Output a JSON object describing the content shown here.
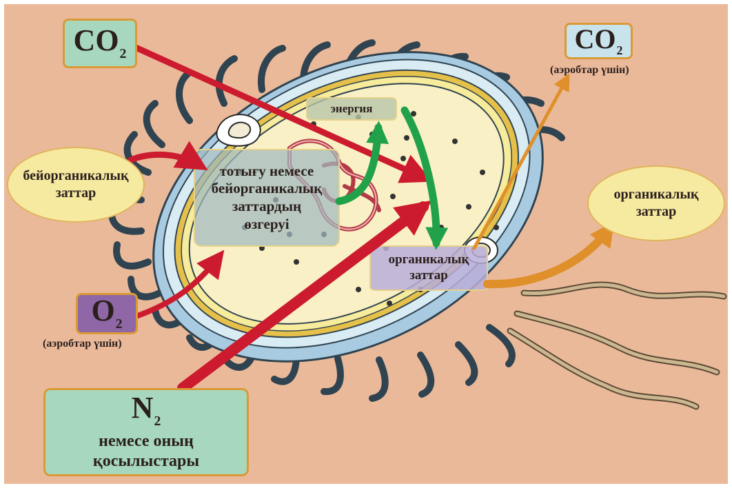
{
  "diagram": {
    "co2_in": {
      "formula_main": "CO",
      "formula_sub": "2"
    },
    "co2_out": {
      "formula_main": "CO",
      "formula_sub": "2",
      "caption": "(аэробтар үшін)"
    },
    "o2_in": {
      "formula_main": "O",
      "formula_sub": "2",
      "caption": "(аэробтар үшін)"
    },
    "n2_in": {
      "formula_main": "N",
      "formula_sub": "2",
      "line1": "немесе оның",
      "line2": "қосылыстары"
    },
    "inorganic_substances": {
      "line1": "бейорганикалық",
      "line2": "заттар"
    },
    "organic_substances_out": {
      "line1": "органикалық",
      "line2": "заттар"
    },
    "oxidation_process": {
      "line1": "тотығу немесе",
      "line2": "бейорганикалық",
      "line3": "заттардың",
      "line4": "өзгеруі"
    },
    "energy": {
      "label": "энергия"
    },
    "organic_substances_inner": {
      "line1": "органикалық",
      "line2": "заттар"
    }
  },
  "colors": {
    "background": "#eab99a",
    "co2_in_box": "#a7d7bd",
    "co2_out_box": "#c8e3ec",
    "o2_box": "#8f67a6",
    "n2_box": "#a7d7bd",
    "ellipse_fill": "#f6e9a0",
    "red_arrow": "#cc1b2e",
    "green_arrow": "#21a24a",
    "orange_arrow": "#e0902a"
  }
}
